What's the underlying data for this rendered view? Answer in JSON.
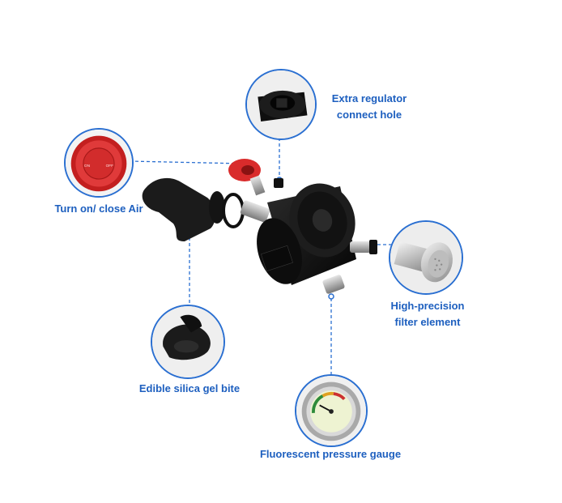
{
  "callouts": {
    "regulator": {
      "line1": "Extra regulator",
      "line2": "connect hole"
    },
    "valve": {
      "text": "Turn on/ close Air",
      "on": "ON",
      "off": "OFF"
    },
    "filter": {
      "line1": "High-precision",
      "line2": "filter element"
    },
    "bite": {
      "text": "Edible silica gel bite"
    },
    "gauge": {
      "text": "Fluorescent pressure gauge"
    }
  },
  "colors": {
    "accent": "#2a6fd1",
    "label": "#1d5fbf",
    "valve_red": "#d92b2b"
  },
  "icons": [
    "regulator-port-icon",
    "valve-knob-icon",
    "filter-element-icon",
    "mouthpiece-icon",
    "pressure-gauge-icon",
    "scuba-tank-icon"
  ]
}
